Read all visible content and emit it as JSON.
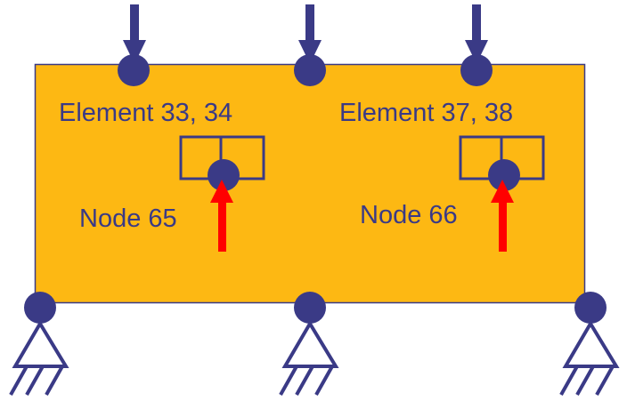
{
  "diagram": {
    "title": "Plate with applied loads, elements and supports",
    "colors": {
      "plate_fill": "#fdb813",
      "structure": "#3a3a86",
      "reaction_arrow": "#ff0000",
      "background": "#ffffff"
    },
    "labels": {
      "element_left": "Element 33, 34",
      "element_right": "Element 37, 38",
      "node_left": "Node 65",
      "node_right": "Node 66"
    },
    "load_arrows": [
      {
        "name": "load-arrow-left",
        "direction": "down"
      },
      {
        "name": "load-arrow-middle",
        "direction": "down"
      },
      {
        "name": "load-arrow-right",
        "direction": "down"
      }
    ],
    "internal_nodes": [
      {
        "node": "Node 65",
        "elements": "Element 33, 34",
        "force_direction": "up"
      },
      {
        "node": "Node 66",
        "elements": "Element 37, 38",
        "force_direction": "up"
      }
    ],
    "supports": [
      {
        "name": "support-left",
        "type": "pin"
      },
      {
        "name": "support-middle",
        "type": "pin"
      },
      {
        "name": "support-right",
        "type": "pin"
      }
    ]
  }
}
